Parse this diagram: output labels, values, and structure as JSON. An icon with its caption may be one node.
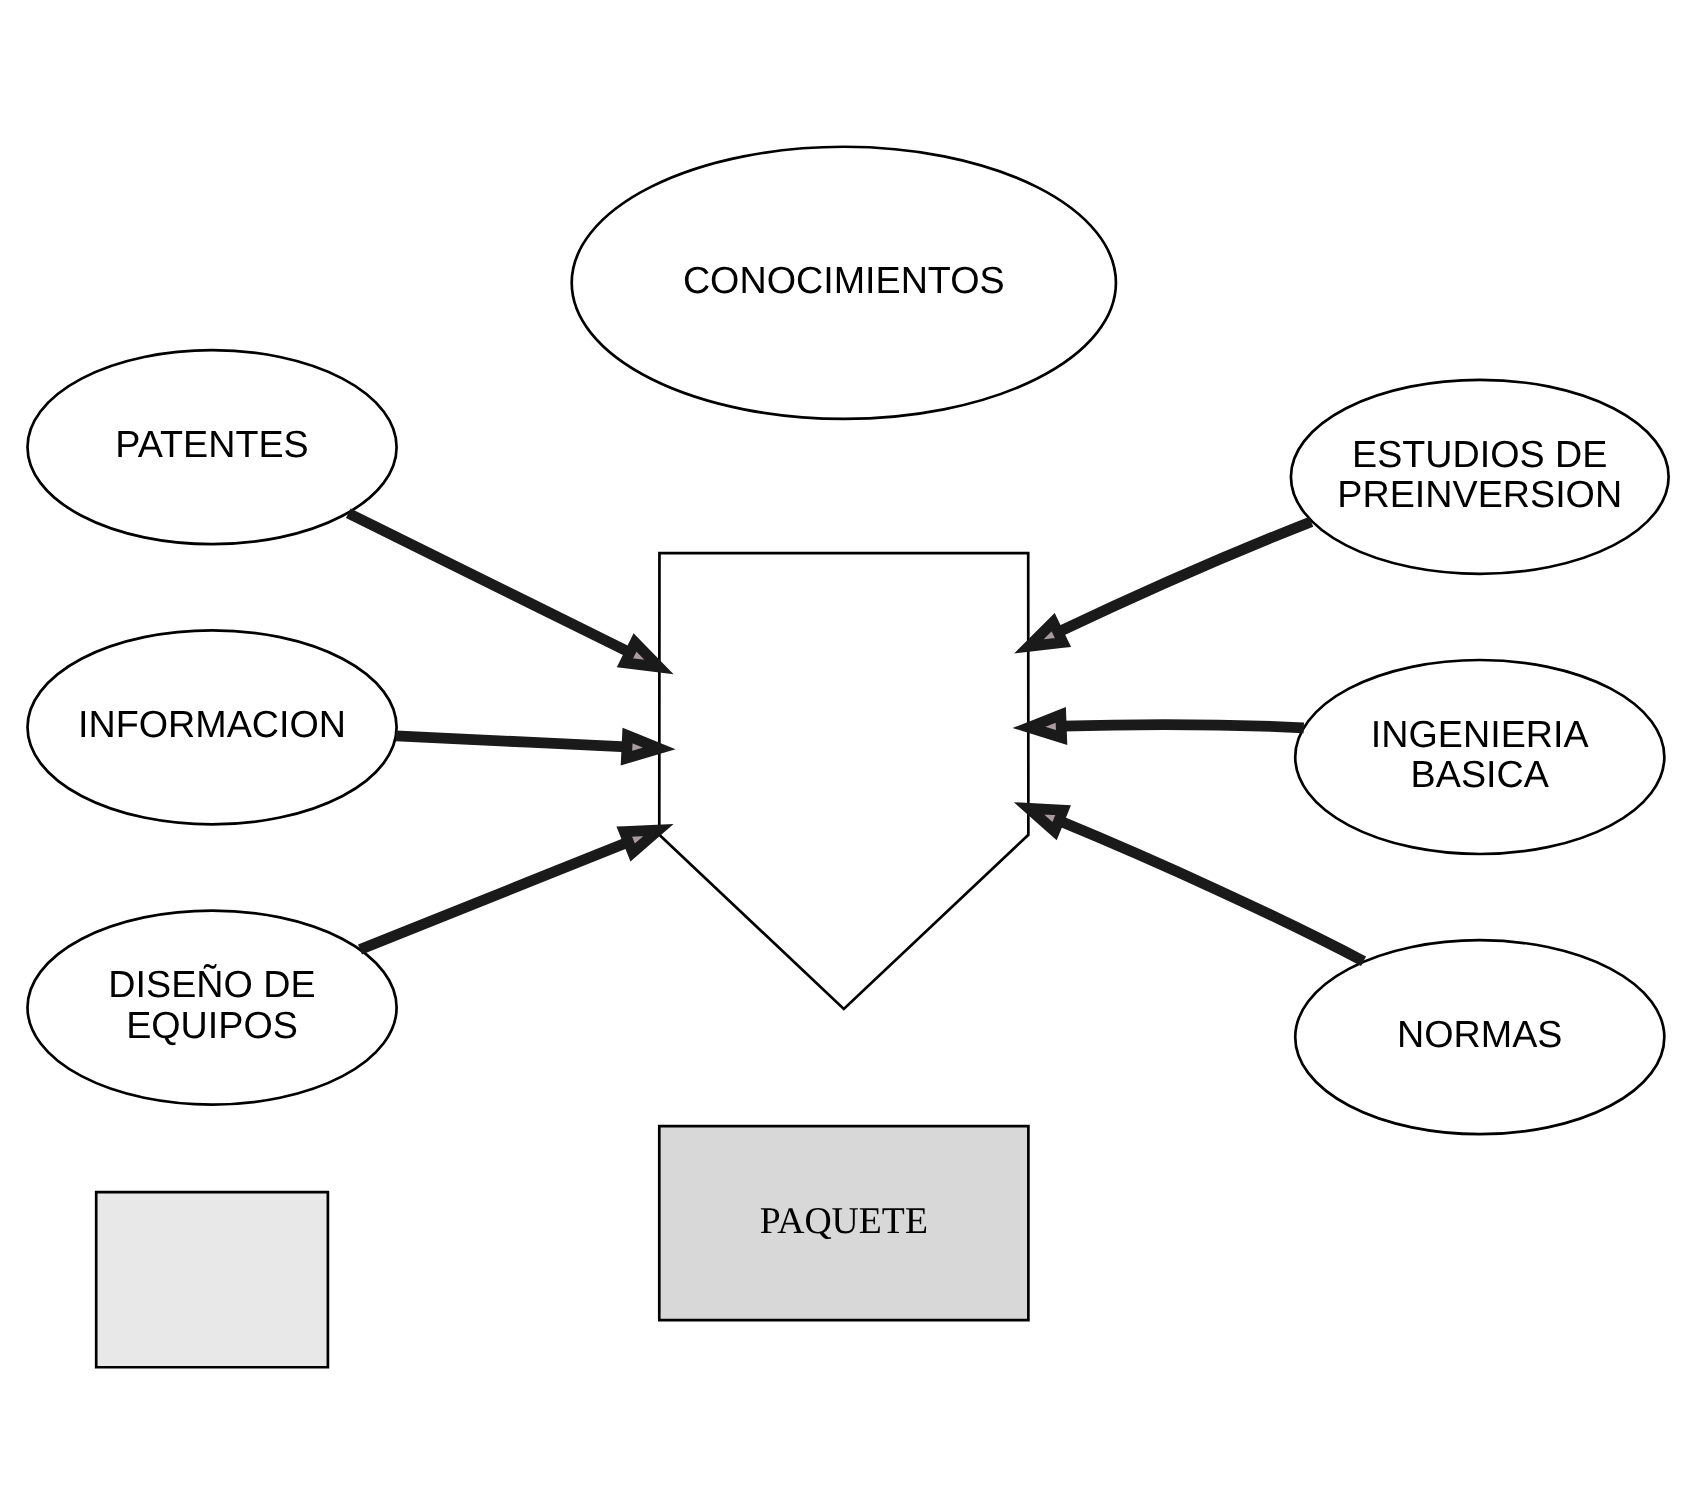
{
  "diagram": {
    "nodes": [
      {
        "text": [
          "CONOCIMIENTOS"
        ]
      },
      {
        "text": [
          "PATENTES"
        ]
      },
      {
        "text": [
          "ESTUDIOS DE PREINVERSION"
        ]
      },
      {
        "text": [],
        "shape": "arrow"
      },
      {
        "text": [
          "INFORMACION"
        ]
      },
      {
        "text": [
          "INGENIERIA BASICA"
        ]
      },
      {
        "text": [
          "DISEÑO DE EQUIPOS"
        ]
      },
      {
        "text": [
          "NORMAS"
        ]
      },
      {
        "text": [],
        "shape": "box"
      },
      {
        "text": [
          "PAQUETE"
        ]
      }
    ],
    "edges": [
      {
        "from": 1,
        "to": 3,
        "arrow": "to"
      },
      {
        "from": 2,
        "to": 3,
        "arrow": "to"
      },
      {
        "from": 4,
        "to": 3,
        "arrow": "to"
      },
      {
        "from": 5,
        "to": 3,
        "arrow": "to"
      },
      {
        "from": 6,
        "to": 3,
        "arrow": "to"
      },
      {
        "from": 7,
        "to": 3,
        "arrow": "to"
      }
    ]
  }
}
